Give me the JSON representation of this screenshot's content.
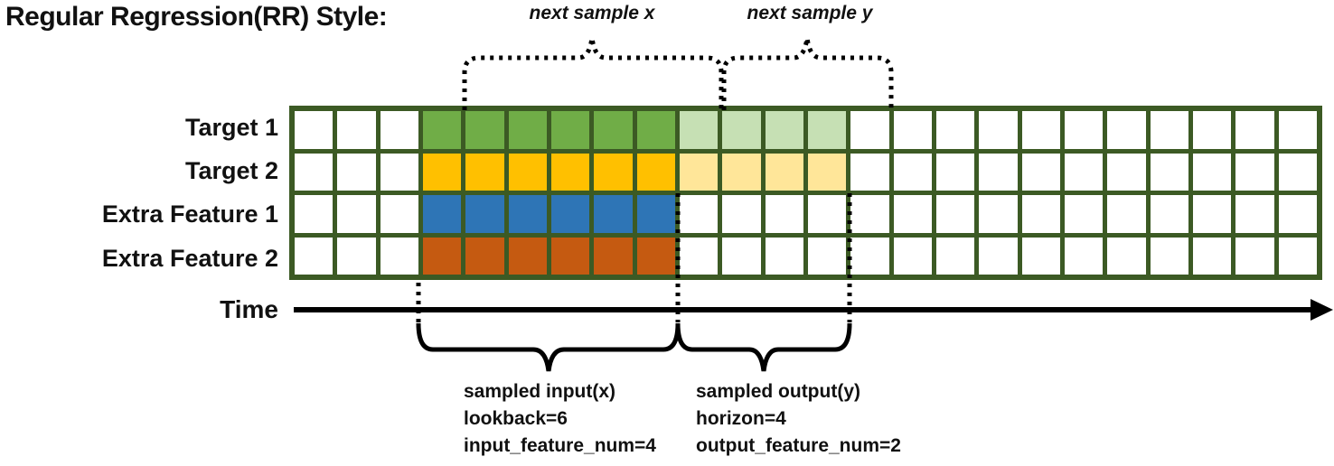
{
  "title": "Regular Regression(RR) Style:",
  "colors": {
    "grid_line": "#3C5A24",
    "cell_bg": "#FFFFFF",
    "annotation": "#000000"
  },
  "grid": {
    "columns": 24,
    "lookback_start": 3,
    "lookback": 6,
    "horizon": 4,
    "rows": [
      {
        "label": "Target 1",
        "dark": "#70AD47",
        "light": "#C6E0B4"
      },
      {
        "label": "Target 2",
        "dark": "#FFC000",
        "light": "#FFE699"
      },
      {
        "label": "Extra Feature 1",
        "dark": "#2E75B6",
        "light": null
      },
      {
        "label": "Extra Feature 2",
        "dark": "#C55A11",
        "light": null
      }
    ]
  },
  "annotations": {
    "next_sample_x": "next sample x",
    "next_sample_y": "next sample y",
    "time_label": "Time",
    "input_lines": [
      "sampled input(x)",
      "lookback=6",
      "input_feature_num=4"
    ],
    "output_lines": [
      "sampled output(y)",
      "horizon=4",
      "output_feature_num=2"
    ]
  }
}
